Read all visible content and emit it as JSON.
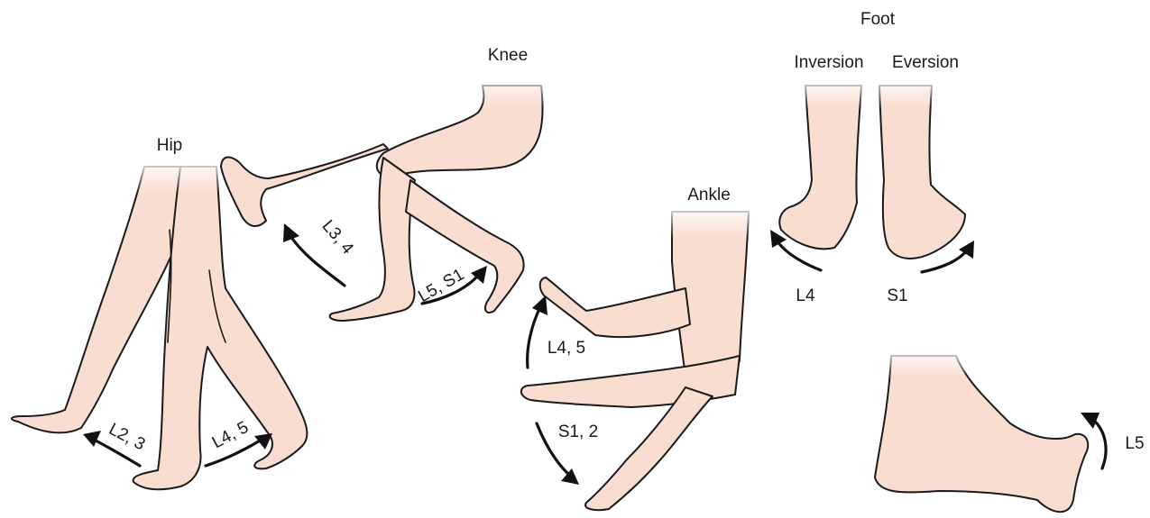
{
  "colors": {
    "skin": "#f9ddd0",
    "outline": "#1a1a1a",
    "arrow": "#111111",
    "background": "#ffffff"
  },
  "hip": {
    "title": "Hip",
    "flexion_label": "L2, 3",
    "extension_label": "L4, 5"
  },
  "knee": {
    "title": "Knee",
    "extension_label": "L3, 4",
    "flexion_label": "L5, S1"
  },
  "ankle": {
    "title": "Ankle",
    "dorsiflexion_label": "L4, 5",
    "plantarflexion_label": "S1, 2"
  },
  "foot": {
    "title": "Foot",
    "inversion": {
      "heading": "Inversion",
      "level": "L4"
    },
    "eversion": {
      "heading": "Eversion",
      "level": "S1"
    },
    "toe_extension_level": "L5"
  }
}
